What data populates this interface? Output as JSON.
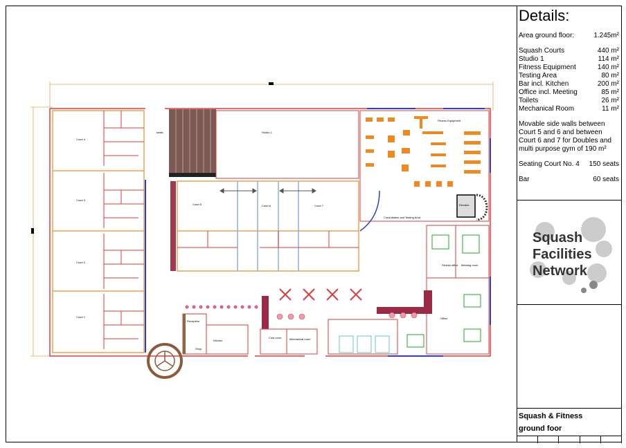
{
  "details": {
    "heading": "Details:",
    "area_label": "Area ground floor:",
    "area_value": "1.245m²",
    "rooms": [
      {
        "name": "Squash Courts",
        "area": "440 m²"
      },
      {
        "name": "Studio 1",
        "area": "114 m²"
      },
      {
        "name": "Fitness Equipment",
        "area": "140 m²"
      },
      {
        "name": "Testing Area",
        "area": "80 m²"
      },
      {
        "name": "Bar incl. Kitchen",
        "area": "200 m²"
      },
      {
        "name": "Office incl. Meeting",
        "area": "85 m²"
      },
      {
        "name": "Toilets",
        "area": "26 m²"
      },
      {
        "name": "Mechanical Room",
        "area": "11 m²"
      }
    ],
    "note": "Movable side walls between Court 5 and 6 and between Court 6 and 7 for Doubles and multi purpose gym of 190 m²",
    "seating_label": "Seating Court No. 4",
    "seating_value": "150 seats",
    "bar_label": "Bar",
    "bar_value": "60 seats"
  },
  "logo": {
    "line1": "Squash",
    "line2": "Facilities",
    "line3": "Network"
  },
  "title": {
    "line1": "Squash & Fitness",
    "line2": "ground foor"
  },
  "rooms": {
    "court4": "Court 4",
    "court3": "Court 3",
    "court2": "Court 2",
    "court1": "Court 1",
    "court5": "Court 5",
    "court6": "Court 6",
    "court7": "Court 7",
    "studio": "Studio 1",
    "seats": "seats",
    "fitness": "Fitness Equipment",
    "elevator": "Elevator",
    "consultation": "Consultation and Testing Area",
    "fitness_office": "Fitness office",
    "meeting": "Meeting room",
    "office": "Office",
    "reception": "Reception",
    "shop": "Shop",
    "kitchen": "Kitchen",
    "cold_room": "Cold room",
    "mech_room": "Mechanical room"
  },
  "colors": {
    "wall": "#e23a3a",
    "outline": "#f0a050",
    "blue": "#2a3fd0",
    "furniture": "#f08a20",
    "green": "#22aa22",
    "bar": "#9a2a45"
  }
}
